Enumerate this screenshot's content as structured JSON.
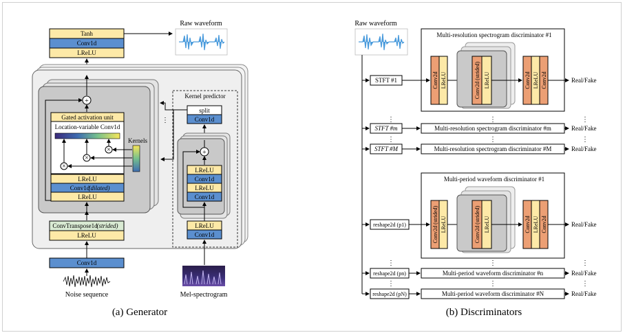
{
  "generator": {
    "caption": "(a) Generator",
    "output_blocks": [
      "Tanh",
      "Conv1d",
      "LReLU"
    ],
    "raw_waveform_label": "Raw waveform",
    "gated_unit_label": "Gated activation unit",
    "lvc_label": "Location-variable Conv1d",
    "kernels_label": "Kernels",
    "block_stack": [
      "LReLU",
      "Conv1d",
      "(dilated)",
      "LReLU"
    ],
    "upsample_label": "ConvTranspose1d",
    "upsample_suffix": "(strided)",
    "upsample_lrelu": "LReLU",
    "input_conv": "Conv1d",
    "noise_label": "Noise sequence",
    "mel_label": "Mel-spectrogram",
    "kernel_predictor": {
      "title": "Kernel predictor",
      "split": "split",
      "conv_top": "Conv1d",
      "res_blocks": [
        "LReLU",
        "Conv1d",
        "LReLU",
        "Conv1d"
      ],
      "bottom_blocks": [
        "LReLU",
        "Conv1d"
      ]
    },
    "ellipsis": "⋮"
  },
  "discriminators": {
    "caption": "(b) Discriminators",
    "raw_waveform_label": "Raw waveform",
    "mrsd_title": "Multi-resolution spectrogram discriminator #1",
    "mrsd_rows": [
      {
        "input": "STFT #m",
        "label": "Multi-resolution spectrogram discriminator #m",
        "output": "Real/Fake"
      },
      {
        "input": "STFT #M",
        "label": "Multi-resolution spectrogram discriminator #M",
        "output": "Real/Fake"
      }
    ],
    "stft1": "STFT #1",
    "mrsd_layers": [
      "Conv2d",
      "LReLU",
      "Conv2d (strided)",
      "LReLU",
      "Conv2d",
      "LReLU",
      "Conv2d"
    ],
    "mpwd_title": "Multi-period waveform discriminator #1",
    "mpwd_rows": [
      {
        "input": "reshape2d (pn)",
        "label": "Multi-period waveform discriminator #n",
        "output": "Real/Fake"
      },
      {
        "input": "reshape2d (pN)",
        "label": "Multi-period waveform discriminator #N",
        "output": "Real/Fake"
      }
    ],
    "reshape1": "reshape2d (p1)",
    "mpwd_layers": [
      "Conv2d (strided)",
      "LReLU",
      "Conv2d (strided)",
      "LReLU",
      "Conv2d",
      "LReLU",
      "Conv2d"
    ],
    "real_fake": "Real/Fake",
    "ellipsis": "⋮"
  },
  "colors": {
    "yellow": "#fde9a7",
    "blue": "#5b8fcf",
    "green": "#d9ead3",
    "orange": "#ec9f74",
    "gray_panel": "#efefef",
    "gray_dark": "#c9c9c9",
    "waveform": "#4a9bdc"
  }
}
